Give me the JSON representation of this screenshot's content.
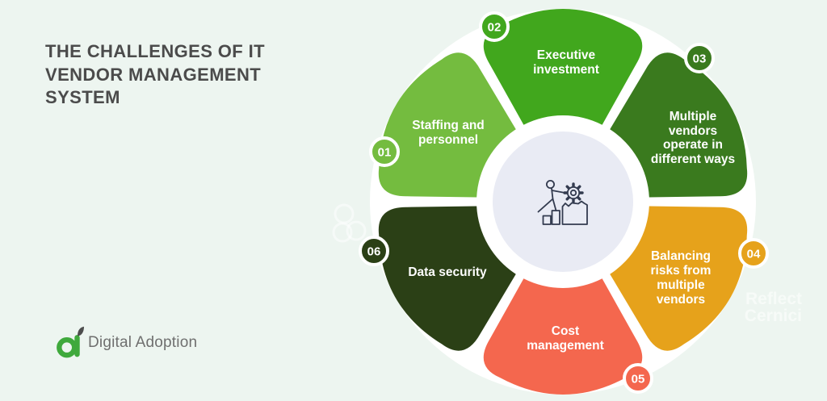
{
  "background_color": "#EDF5F0",
  "title": {
    "text": "THE CHALLENGES OF IT\nVENDOR MANAGEMENT\nSYSTEM",
    "color": "#4B4B4B"
  },
  "center": {
    "icon": "person-climbing-steps-to-gear-icon",
    "ring_color": "#FFFFFF",
    "fill_color": "#E9EBF4",
    "icon_color": "#333B4F"
  },
  "segments": [
    {
      "number": "01",
      "label": "Staffing and\npersonnel",
      "color": "#74BC3F"
    },
    {
      "number": "02",
      "label": "Executive\ninvestment",
      "color": "#41A71D"
    },
    {
      "number": "03",
      "label": "Multiple\nvendors\noperate in\ndifferent ways",
      "color": "#3A7A1E"
    },
    {
      "number": "04",
      "label": "Balancing\nrisks from\nmultiple\nvendors",
      "color": "#E6A21B"
    },
    {
      "number": "05",
      "label": "Cost\nmanagement",
      "color": "#F4674E"
    },
    {
      "number": "06",
      "label": "Data security",
      "color": "#2B4016"
    }
  ],
  "watermark": {
    "text": "Reflect\nCernici"
  },
  "logo": {
    "text": "Digital Adoption",
    "mark_color": "#3FA93C",
    "leaf_color": "#4D4D4D",
    "text_color": "#6F6F6F"
  }
}
